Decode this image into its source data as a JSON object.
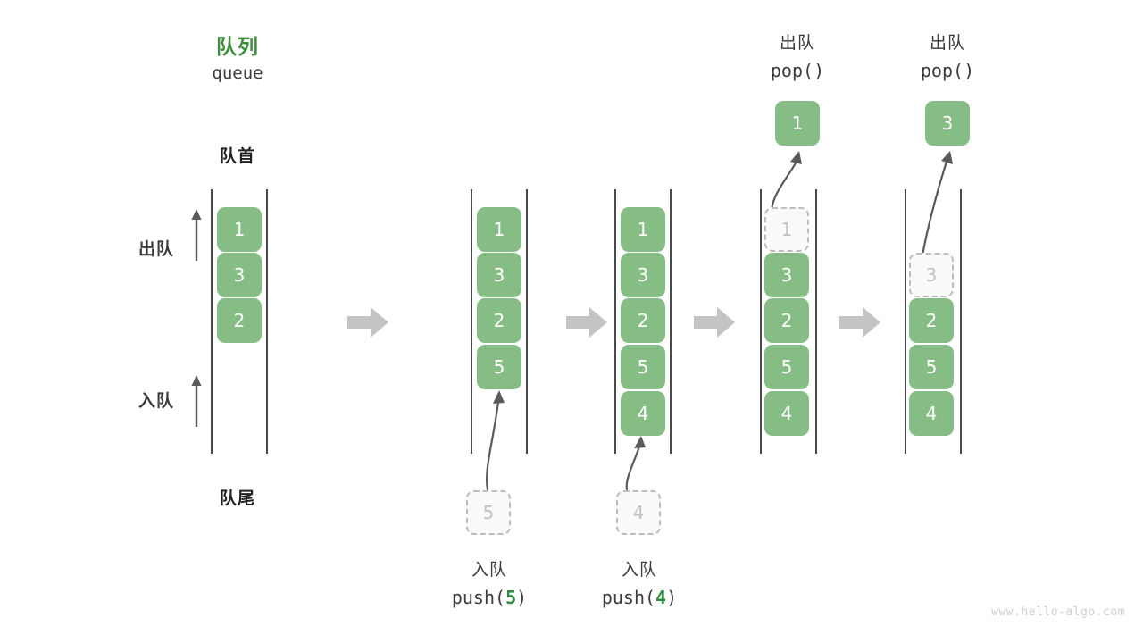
{
  "figure": {
    "title_cn": "队列",
    "title_en": "queue",
    "watermark": "www.hello-algo.com",
    "accent_green": "#3f8f3f",
    "cell_green": "#85bd85",
    "ghost_gray": "#bdbdbd",
    "connector_gray": "#c4c4c4",
    "line_dark": "#4a4a4a"
  },
  "labels": {
    "front": "队首",
    "rear": "队尾",
    "dequeue": "出队",
    "enqueue": "入队"
  },
  "axis_arrows": [
    {
      "name": "dequeue-direction-arrow",
      "label": "出队"
    },
    {
      "name": "enqueue-direction-arrow",
      "label": "入队"
    }
  ],
  "steps": [
    {
      "id": "initial",
      "caption_cn": "",
      "caption_code": "",
      "cells": [
        {
          "value": "1",
          "state": "filled"
        },
        {
          "value": "3",
          "state": "filled"
        },
        {
          "value": "2",
          "state": "filled"
        }
      ],
      "incoming": null,
      "outgoing": null
    },
    {
      "id": "push-5",
      "caption_cn": "入队",
      "caption_code_prefix": "push(",
      "caption_code_value": "5",
      "caption_code_suffix": ")",
      "cells": [
        {
          "value": "1",
          "state": "filled"
        },
        {
          "value": "3",
          "state": "filled"
        },
        {
          "value": "2",
          "state": "filled"
        },
        {
          "value": "5",
          "state": "filled"
        }
      ],
      "incoming": {
        "value": "5",
        "state": "ghost"
      },
      "outgoing": null
    },
    {
      "id": "push-4",
      "caption_cn": "入队",
      "caption_code_prefix": "push(",
      "caption_code_value": "4",
      "caption_code_suffix": ")",
      "cells": [
        {
          "value": "1",
          "state": "filled"
        },
        {
          "value": "3",
          "state": "filled"
        },
        {
          "value": "2",
          "state": "filled"
        },
        {
          "value": "5",
          "state": "filled"
        },
        {
          "value": "4",
          "state": "filled"
        }
      ],
      "incoming": {
        "value": "4",
        "state": "ghost"
      },
      "outgoing": null
    },
    {
      "id": "pop-1",
      "caption_cn": "出队",
      "caption_code_prefix": "pop(",
      "caption_code_value": "",
      "caption_code_suffix": ")",
      "cells": [
        {
          "value": "1",
          "state": "ghost"
        },
        {
          "value": "3",
          "state": "filled"
        },
        {
          "value": "2",
          "state": "filled"
        },
        {
          "value": "5",
          "state": "filled"
        },
        {
          "value": "4",
          "state": "filled"
        }
      ],
      "incoming": null,
      "outgoing": {
        "value": "1",
        "state": "filled"
      }
    },
    {
      "id": "pop-3",
      "caption_cn": "出队",
      "caption_code_prefix": "pop(",
      "caption_code_value": "",
      "caption_code_suffix": ")",
      "cells": [
        {
          "value": "",
          "state": "empty"
        },
        {
          "value": "3",
          "state": "ghost"
        },
        {
          "value": "2",
          "state": "filled"
        },
        {
          "value": "5",
          "state": "filled"
        },
        {
          "value": "4",
          "state": "filled"
        }
      ],
      "incoming": null,
      "outgoing": {
        "value": "3",
        "state": "filled"
      }
    }
  ],
  "connectors": [
    {
      "name": "step-arrow-1"
    },
    {
      "name": "step-arrow-2"
    },
    {
      "name": "step-arrow-3"
    },
    {
      "name": "step-arrow-4"
    }
  ]
}
